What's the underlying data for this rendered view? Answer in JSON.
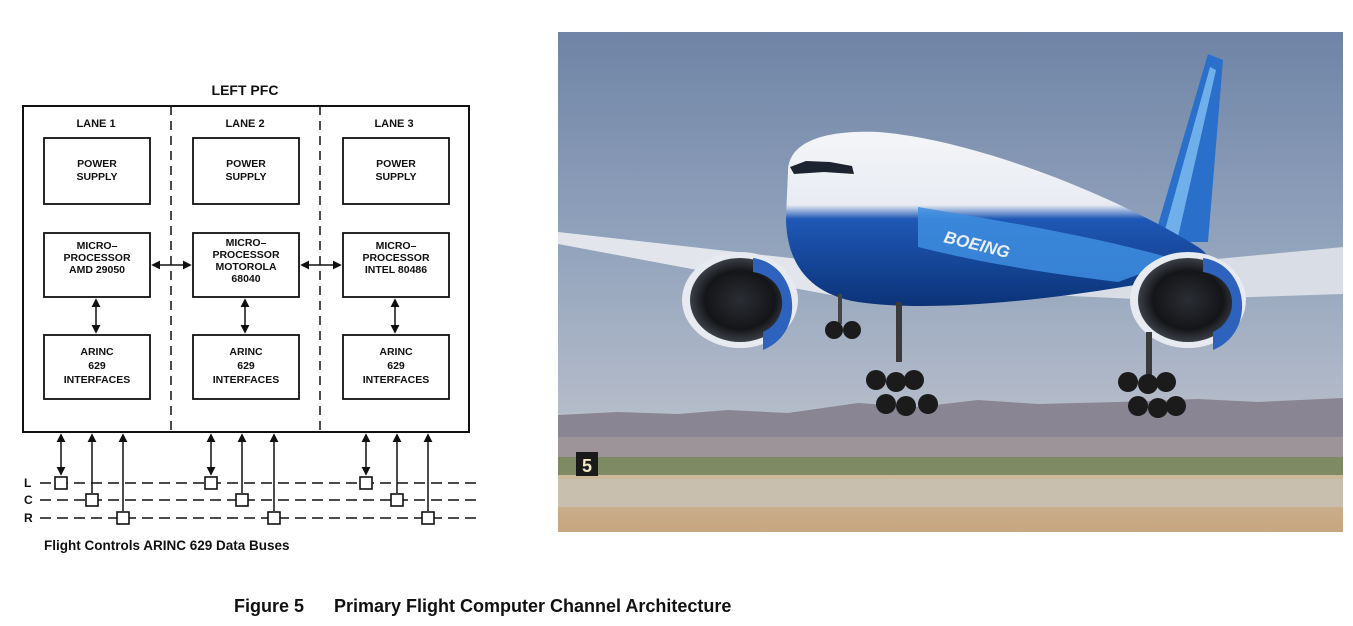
{
  "diagram": {
    "title": "LEFT PFC",
    "lanes": [
      {
        "label": "LANE 1",
        "power": [
          "POWER",
          "SUPPLY"
        ],
        "cpu": [
          "MICRO–",
          "PROCESSOR",
          "AMD 29050"
        ],
        "arinc": [
          "ARINC",
          "629",
          "INTERFACES"
        ]
      },
      {
        "label": "LANE 2",
        "power": [
          "POWER",
          "SUPPLY"
        ],
        "cpu": [
          "MICRO–",
          "PROCESSOR",
          "MOTOROLA",
          "68040"
        ],
        "arinc": [
          "ARINC",
          "629",
          "INTERFACES"
        ]
      },
      {
        "label": "LANE 3",
        "power": [
          "POWER",
          "SUPPLY"
        ],
        "cpu": [
          "MICRO–",
          "PROCESSOR",
          "INTEL 80486"
        ],
        "arinc": [
          "ARINC",
          "629",
          "INTERFACES"
        ]
      }
    ],
    "buses": [
      "L",
      "C",
      "R"
    ],
    "bus_caption": "Flight Controls ARINC 629 Data Buses"
  },
  "photo": {
    "airline_text": "BOEING",
    "runway_marker": "5"
  },
  "caption": {
    "number": "Figure 5",
    "text": "Primary Flight Computer Channel Architecture"
  }
}
